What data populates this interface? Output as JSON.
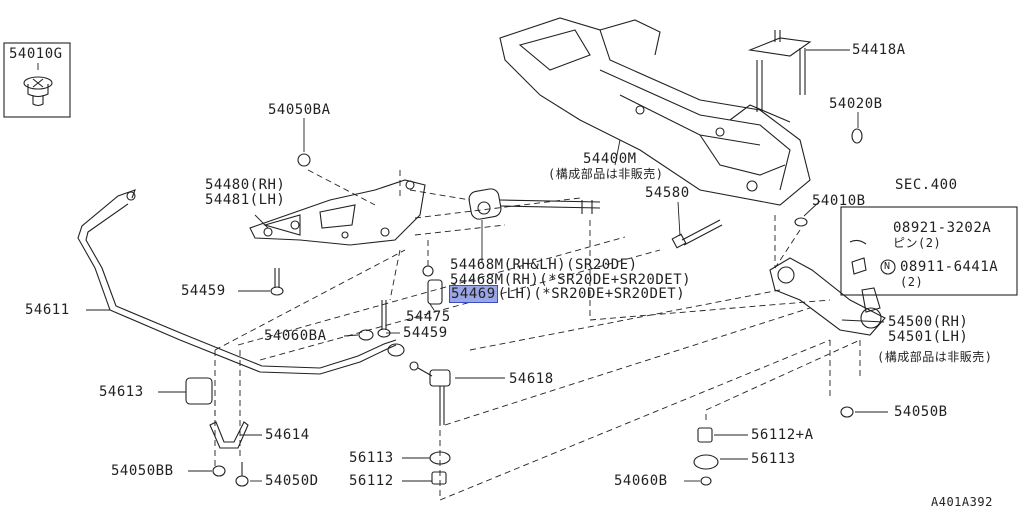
{
  "diagram": {
    "labels": {
      "p54010G": "54010G",
      "p54050BA": "54050BA",
      "p54480": "54480(RH)",
      "p54481": "54481(LH)",
      "p54400M": "54400M",
      "p54400M_note": "(構成部品は非販売)",
      "p54418A": "54418A",
      "p54020B": "54020B",
      "p54580": "54580",
      "sec400": "SEC.400",
      "p54010B": "54010B",
      "p08921": "08921-3202A",
      "p08921_sub": "ピン(2)",
      "p08911": "08911-6441A",
      "p08911_prefix": "N",
      "p08911_sub": "(2)",
      "p54468_1": "54468M(RH&LH)(SR20DE)",
      "p54468_2": "54468M(RH)(*SR20DE+SR20DET)",
      "p54469_num": "54469",
      "p54469_rest": "(LH)(*SR20DE+SR20DET)",
      "p54459a": "54459",
      "p54611": "54611",
      "p54475": "54475",
      "p54459b": "54459",
      "p54060BA": "54060BA",
      "p54500": "54500(RH)",
      "p54501": "54501(LH)",
      "p54500_note": "(構成部品は非販売)",
      "p54613": "54613",
      "p54618": "54618",
      "p54614": "54614",
      "p54050BB": "54050BB",
      "p54050D": "54050D",
      "p56113a": "56113",
      "p56112": "56112",
      "p56112A": "56112+A",
      "p56113b": "56113",
      "p54050B": "54050B",
      "p54060B": "54060B",
      "figure_code": "A401A392"
    },
    "highlighted_part": "54469"
  }
}
